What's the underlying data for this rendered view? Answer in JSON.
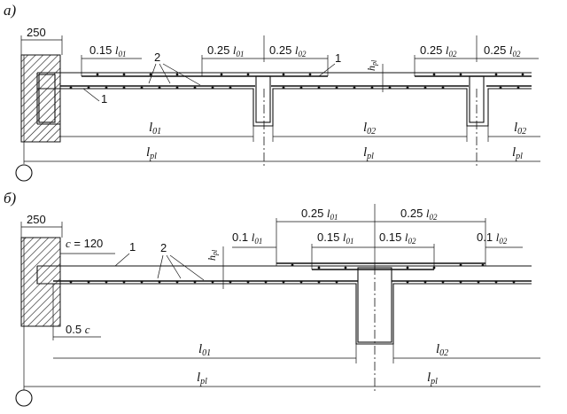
{
  "panel_a": {
    "label": "а)",
    "wall_width": "250",
    "dim_015_l01": "0.15 l01",
    "dim_025_l01": "0.25 l01",
    "dim_025_l02_left": "0.25 l02",
    "dim_025_l02_mid": "0.25 l02",
    "dim_025_l02_right": "0.25 l02",
    "callout_1_top": "1",
    "callout_2": "2",
    "callout_1_bottom": "1",
    "hpl": "hpl",
    "span_l01": "l01",
    "span_l02_mid": "l02",
    "span_l02_right": "l02",
    "span_lpl_1": "lpl",
    "span_lpl_2": "lpl",
    "span_lpl_3": "lpl"
  },
  "panel_b": {
    "label": "б)",
    "wall_width": "250",
    "bearing": "c = 120",
    "callout_1": "1",
    "callout_2": "2",
    "hpl": "hpl",
    "dim_01_l01": "0.1 l01",
    "dim_025_l01": "0.25 l01",
    "dim_025_l02": "0.25 l02",
    "dim_015_l01": "0.15 l01",
    "dim_015_l02": "0.15 l02",
    "dim_01_l02": "0.1 l02",
    "dim_05c": "0.5 c",
    "span_l01": "l01",
    "span_l02": "l02",
    "span_lpl_1": "lpl",
    "span_lpl_2": "lpl"
  }
}
